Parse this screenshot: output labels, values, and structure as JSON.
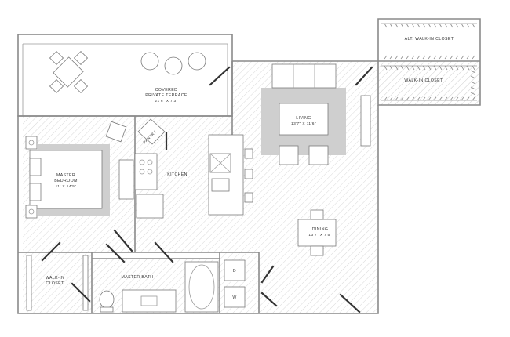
{
  "plan": {
    "colors": {
      "wall": "#8a8a8a",
      "hatch": "#d9d9d9",
      "rug": "#cfcfcf",
      "door": "#333333",
      "text": "#333333",
      "background": "#ffffff"
    },
    "rooms": {
      "alt_closet": {
        "name": "ALT. WALK-IN CLOSET"
      },
      "walk_closet_right": {
        "name": "WALK-IN CLOSET"
      },
      "terrace": {
        "name": "COVERED PRIVATE TERRACE",
        "line1": "COVERED",
        "line2": "PRIVATE TERRACE",
        "dims": "21'6\" X 7'3\""
      },
      "living": {
        "name": "LIVING",
        "dims": "13'7\" X 11'6\""
      },
      "pantry": {
        "name": "PANTRY"
      },
      "kitchen": {
        "name": "KITCHEN"
      },
      "master_bedroom": {
        "name": "MASTER BEDROOM",
        "line1": "MASTER",
        "line2": "BEDROOM",
        "dims": "11' X 14'5\""
      },
      "dining": {
        "name": "DINING",
        "dims": "13'7\" X 7'5\""
      },
      "walk_closet_left": {
        "name": "WALK-IN CLOSET",
        "line1": "WALK-IN",
        "line2": "CLOSET"
      },
      "master_bath": {
        "name": "MASTER BATH"
      },
      "laundry": {
        "dryer": "D",
        "washer": "W"
      }
    }
  }
}
